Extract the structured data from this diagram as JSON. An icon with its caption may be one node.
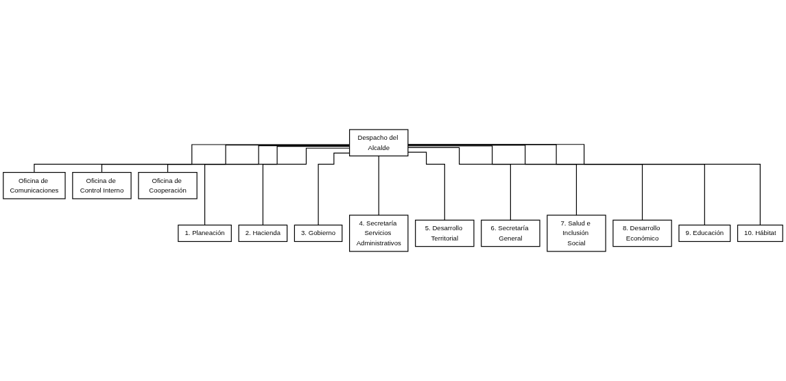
{
  "diagram": {
    "nodes": [
      {
        "text": [
          "Despacho del Alcalde"
        ]
      },
      {
        "text": [
          "Oficina de Comunicaciones"
        ]
      },
      {
        "text": [
          "Oficina de Control Interno"
        ]
      },
      {
        "text": [
          "Oficina de Cooperación"
        ]
      },
      {
        "text": [
          "1. Planeación"
        ]
      },
      {
        "text": [
          "2. Hacienda"
        ]
      },
      {
        "text": [
          "3. Gobierno"
        ]
      },
      {
        "text": [
          "4. Secretaría Servicios Administrativos"
        ]
      },
      {
        "text": [
          "5. Desarrollo Territorial"
        ]
      },
      {
        "text": [
          "6. Secretaría General"
        ]
      },
      {
        "text": [
          "7. Salud e Inclusión Social"
        ]
      },
      {
        "text": [
          "8. Desarrollo Económico"
        ]
      },
      {
        "text": [
          "9. Educación"
        ]
      },
      {
        "text": [
          "10. Hábitat"
        ]
      }
    ],
    "edges": [
      {
        "from": 0,
        "to": 1,
        "arrow": "none"
      },
      {
        "from": 0,
        "to": 2,
        "arrow": "none"
      },
      {
        "from": 0,
        "to": 3,
        "arrow": "none"
      },
      {
        "from": 0,
        "to": 4,
        "arrow": "none"
      },
      {
        "from": 0,
        "to": 5,
        "arrow": "none"
      },
      {
        "from": 0,
        "to": 6,
        "arrow": "none"
      },
      {
        "from": 0,
        "to": 7,
        "arrow": "none"
      },
      {
        "from": 0,
        "to": 8,
        "arrow": "none"
      },
      {
        "from": 0,
        "to": 9,
        "arrow": "none"
      },
      {
        "from": 0,
        "to": 10,
        "arrow": "none"
      },
      {
        "from": 0,
        "to": 11,
        "arrow": "none"
      },
      {
        "from": 0,
        "to": 12,
        "arrow": "none"
      },
      {
        "from": 0,
        "to": 13,
        "arrow": "none"
      }
    ]
  }
}
